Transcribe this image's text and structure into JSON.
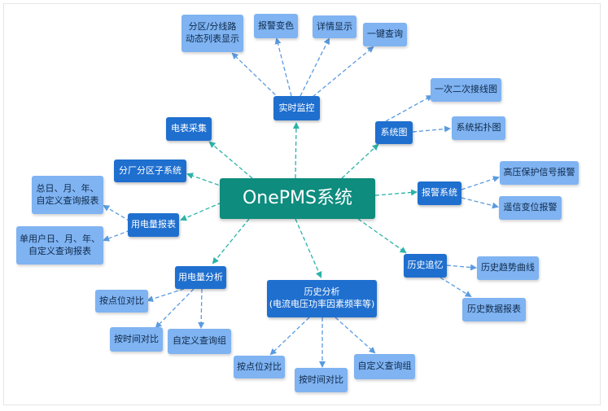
{
  "diagram": {
    "center": "OnePMS系统",
    "nodes": {
      "realtime": "实时监控",
      "zone_list": "分区/分线路\n动态列表显示",
      "alarm_color": "报警变色",
      "detail_show": "详情显示",
      "one_key_query": "一键查询",
      "meter_collect": "电表采集",
      "subsystem": "分厂分区子系统",
      "report_total": "总日、月、年、\n自定义查询报表",
      "usage_report": "用电量报表",
      "report_single": "单用户日、月、年、\n自定义查询报表",
      "usage_analysis": "用电量分析",
      "point_compare_1": "按点位对比",
      "time_compare_1": "按时间对比",
      "custom_group_1": "自定义查询组",
      "history_analysis": "历史分析\n(电流电压功率因素频率等)",
      "point_compare_2": "按点位对比",
      "time_compare_2": "按时间对比",
      "custom_group_2": "自定义查询组",
      "system_diagram": "系统图",
      "wiring_diagram": "一次二次接线图",
      "topology_diagram": "系统拓扑图",
      "alarm_system": "报警系统",
      "hv_protection_alarm": "高压保护信号报警",
      "remote_signal_alarm": "遥信变位报警",
      "history_recall": "历史追忆",
      "history_trend": "历史趋势曲线",
      "history_report": "历史数据报表"
    }
  },
  "colors": {
    "center": "#0e8c7e",
    "primary": "#1f6fcf",
    "leaf": "#7fb3f2",
    "edge_to_primary": "#2bb3a8",
    "edge_to_leaf": "#5a9be0"
  }
}
